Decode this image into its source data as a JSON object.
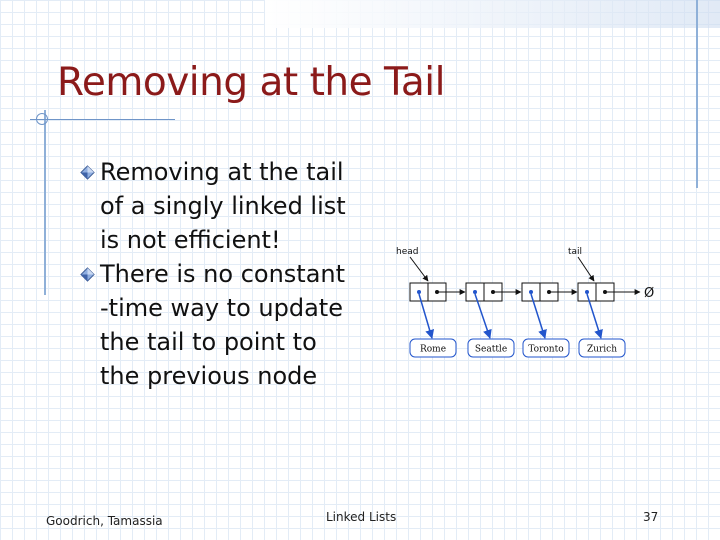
{
  "slide": {
    "title": "Removing at the Tail",
    "bullets": [
      "Removing at the tail\nof a singly linked list\nis not efficient!",
      "There is no constant\n-time way to update\nthe tail to point to\nthe previous node"
    ]
  },
  "diagram": {
    "head_label": "head",
    "tail_label": "tail",
    "null_symbol": "Ø",
    "elements": [
      "Rome",
      "Seattle",
      "Toronto",
      "Zurich"
    ]
  },
  "footer": {
    "authors": "Goodrich, Tamassia",
    "topic": "Linked Lists",
    "page_number": "37"
  },
  "colors": {
    "title": "#8b1a1a",
    "arrow_blue": "#2255cc",
    "grid": "#e3ecf6"
  }
}
